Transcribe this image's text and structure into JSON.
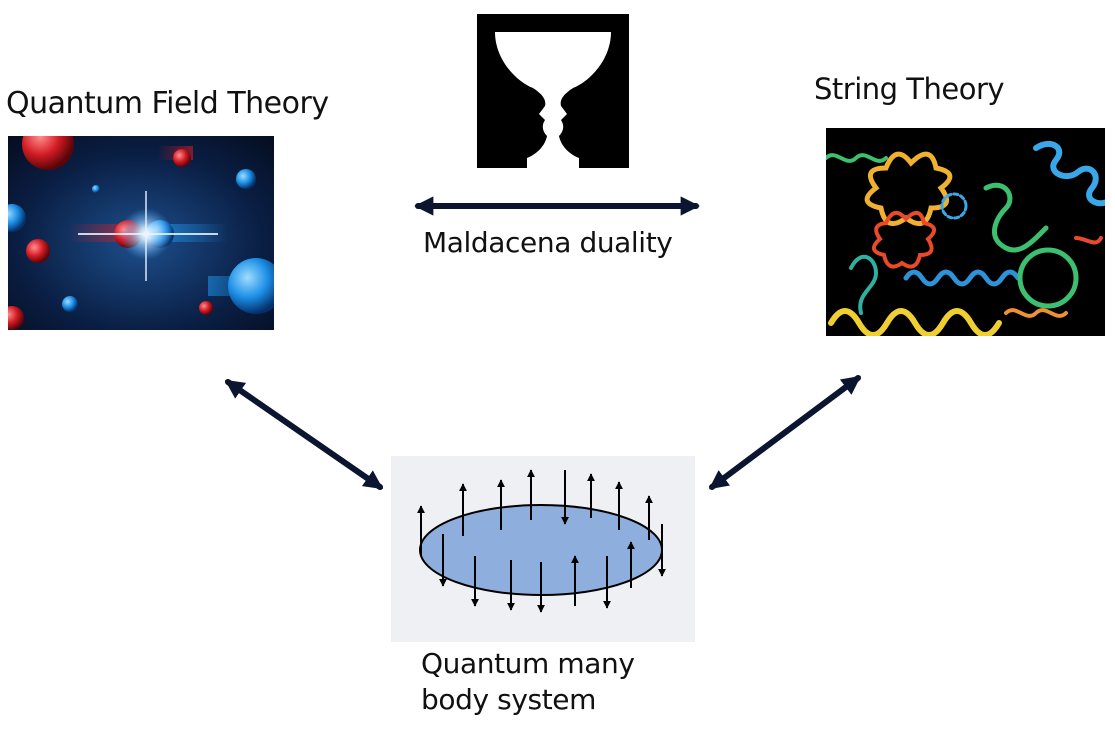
{
  "labels": {
    "qft": "Quantum Field Theory",
    "string": "String Theory",
    "duality": "Maldacena duality",
    "qmb_line1": "Quantum many",
    "qmb_line2": "body system"
  },
  "colors": {
    "arrow": "#0b1530",
    "disk_fill": "#8eaedd",
    "panel_gray": "#eef0f3",
    "qft_bg": "#0a1f45",
    "red_sphere": "#d41c25",
    "blue_sphere": "#1c8fe6"
  },
  "icons": {
    "vase": "rubin-vase-icon",
    "double_arrow": "double-arrow-icon"
  }
}
